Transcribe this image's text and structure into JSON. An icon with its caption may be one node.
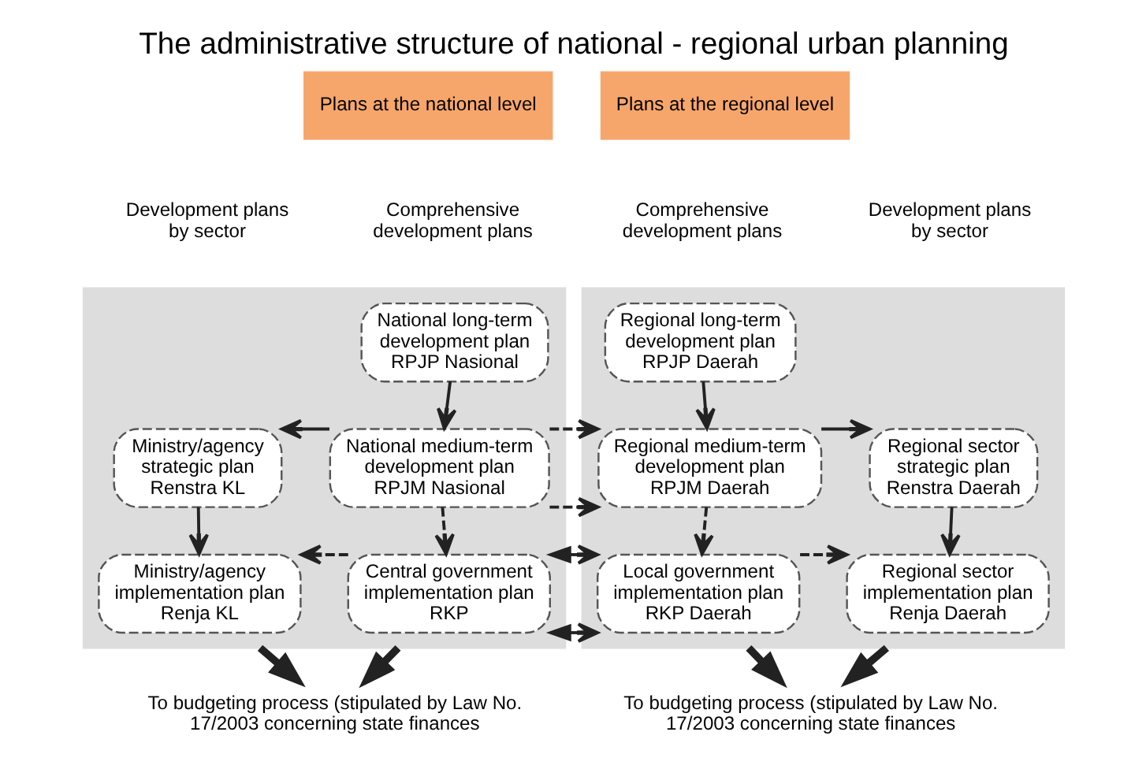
{
  "diagram": {
    "title": "The administrative structure of national - regional urban planning",
    "nodes": [
      {
        "text": [],
        "shape": "box"
      },
      {
        "text": [
          "National long-term development plan",
          "RPJP Nasional"
        ],
        "in": 0
      },
      {
        "text": [
          "Ministry/agency strategic plan",
          "Renstra KL"
        ],
        "in": 0
      },
      {
        "text": [
          "National medium-term development plan",
          "RPJM Nasional"
        ],
        "in": 0
      },
      {
        "text": [
          "Ministry/agency implementation plan",
          "Renja KL"
        ],
        "in": 0
      },
      {
        "text": [
          "Central government implementation plan",
          "RKP"
        ],
        "in": 0
      },
      {
        "text": [],
        "shape": "box"
      },
      {
        "text": [
          "Regional long-term development plan",
          "RPJP Daerah"
        ],
        "in": 6
      },
      {
        "text": [
          "Regional medium-term development plan",
          "RPJM Daerah"
        ],
        "in": 6
      },
      {
        "text": [
          "Regional sector strategic plan",
          "Renstra Daerah"
        ],
        "in": 6
      },
      {
        "text": [
          "Local government implementation plan",
          "RKP Daerah"
        ],
        "in": 6
      },
      {
        "text": [
          "Regional sector implementation plan",
          "Renja Daerah"
        ],
        "in": 6
      },
      {
        "text": [
          "To budgeting process (stipulated by Law No. 17/2003 concerning state finances"
        ]
      },
      {
        "text": [
          "To budgeting process (stipulated by Law No. 17/2003 concerning state finances"
        ]
      }
    ],
    "edges": [
      {
        "from": 1,
        "to": 3,
        "arrow": "to"
      },
      {
        "from": 3,
        "to": 2,
        "arrow": "to"
      },
      {
        "from": 2,
        "to": 4,
        "arrow": "to"
      },
      {
        "from": 3,
        "to": 5,
        "arrow": "to",
        "style": "dashed"
      },
      {
        "from": 5,
        "to": 4,
        "arrow": "to",
        "style": "dashed"
      },
      {
        "from": 3,
        "to": 8,
        "arrow": "to",
        "style": "dashed"
      },
      {
        "from": 5,
        "to": 10,
        "arrow": "both",
        "style": "dashed"
      },
      {
        "from": 7,
        "to": 8,
        "arrow": "to"
      },
      {
        "from": 8,
        "to": 9,
        "arrow": "to"
      },
      {
        "from": 9,
        "to": 11,
        "arrow": "to"
      },
      {
        "from": 8,
        "to": 10,
        "arrow": "to",
        "style": "dashed"
      },
      {
        "from": 10,
        "to": 11,
        "arrow": "to",
        "style": "dashed"
      },
      {
        "from": 0,
        "to": 12,
        "arrow": "to",
        "style": "thick"
      },
      {
        "from": 0,
        "to": 12,
        "arrow": "to",
        "style": "thick"
      },
      {
        "from": 6,
        "to": 13,
        "arrow": "to",
        "style": "thick"
      },
      {
        "from": 6,
        "to": 13,
        "arrow": "to",
        "style": "thick"
      }
    ],
    "labels": [
      "Plans at the national level",
      "Plans at the regional level",
      "Development plans by sector",
      "Comprehensive development plans",
      "Comprehensive development plans",
      "Development plans by sector"
    ]
  }
}
